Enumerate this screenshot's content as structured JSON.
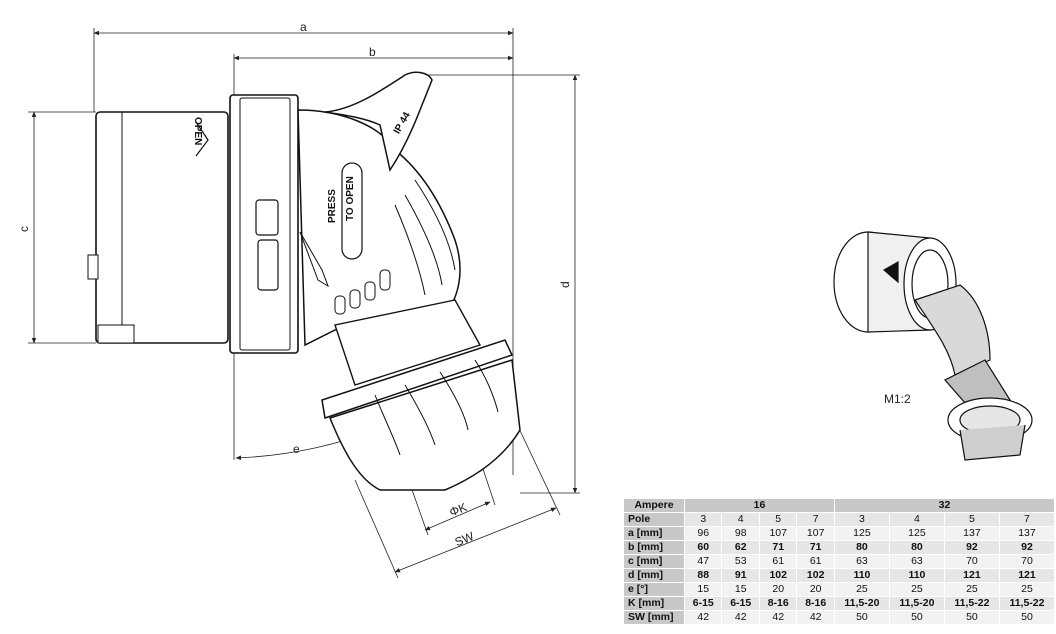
{
  "drawing": {
    "dimensions": {
      "a": "a",
      "b": "b",
      "c": "c",
      "d": "d",
      "e": "e",
      "k": "ΦK",
      "sw": "SW"
    },
    "part_text": {
      "ip": "IP 44",
      "press_line1": "PRESS",
      "press_line2": "TO OPEN",
      "open_mark": "OPEN"
    }
  },
  "iso_view": {
    "scale": "M1:2"
  },
  "spec_table": {
    "ampere_label": "Ampere",
    "ampere_groups": [
      "16",
      "32"
    ],
    "rows": [
      {
        "label": "Pole",
        "values": [
          "3",
          "4",
          "5",
          "7",
          "3",
          "4",
          "5",
          "7"
        ]
      },
      {
        "label": "a [mm]",
        "values": [
          "96",
          "98",
          "107",
          "107",
          "125",
          "125",
          "137",
          "137"
        ]
      },
      {
        "label": "b [mm]",
        "values": [
          "60",
          "62",
          "71",
          "71",
          "80",
          "80",
          "92",
          "92"
        ]
      },
      {
        "label": "c [mm]",
        "values": [
          "47",
          "53",
          "61",
          "61",
          "63",
          "63",
          "70",
          "70"
        ]
      },
      {
        "label": "d [mm]",
        "values": [
          "88",
          "91",
          "102",
          "102",
          "110",
          "110",
          "121",
          "121"
        ]
      },
      {
        "label": "e [°]",
        "values": [
          "15",
          "15",
          "20",
          "20",
          "25",
          "25",
          "25",
          "25"
        ]
      },
      {
        "label": "K [mm]",
        "values": [
          "6-15",
          "6-15",
          "8-16",
          "8-16",
          "11,5-20",
          "11,5-20",
          "11,5-22",
          "11,5-22"
        ]
      },
      {
        "label": "SW [mm]",
        "values": [
          "42",
          "42",
          "42",
          "42",
          "50",
          "50",
          "50",
          "50"
        ]
      }
    ]
  }
}
